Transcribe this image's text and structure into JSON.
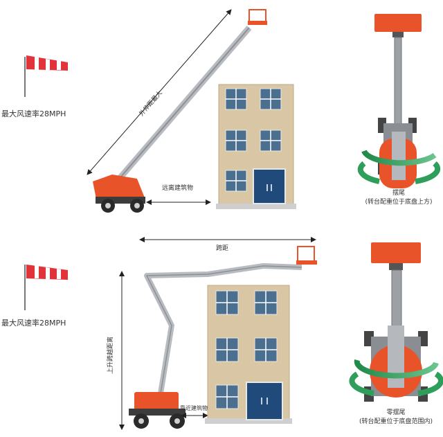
{
  "top": {
    "wind_label": "最大风速率28MPH",
    "reach_label": "外伸距最大",
    "distance_label": "远离建筑物",
    "rotation_label_line1": "摆尾",
    "rotation_label_line2": "(转台配重位于底盘上方)"
  },
  "bottom": {
    "wind_label": "最大风速率28MPH",
    "span_label": "跨距",
    "height_label": "上升跨越距离",
    "distance_label": "靠近建筑物",
    "rotation_label_line1": "零摆尾",
    "rotation_label_line2": "(转台配重位于底盘范围内)"
  },
  "colors": {
    "machine_orange": "#e8532a",
    "boom_gray": "#b8bcc0",
    "building_wall": "#d9c6a4",
    "window_blue": "#4a6f8f",
    "door_blue": "#1f4a7a",
    "arrow_green": "#2e9e5a",
    "windsock_red": "#e0343a"
  }
}
